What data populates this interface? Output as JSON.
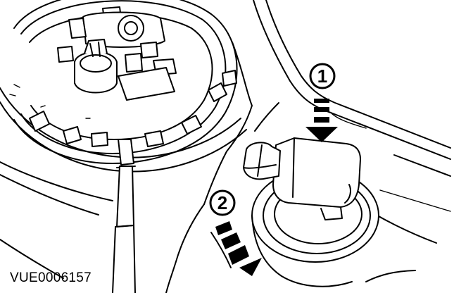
{
  "figure": {
    "reference_code": "VUE0006157",
    "callouts": [
      {
        "id": 1,
        "label": "1"
      },
      {
        "id": 2,
        "label": "2"
      }
    ],
    "colors": {
      "ink": "#000000",
      "paper": "#ffffff"
    }
  }
}
